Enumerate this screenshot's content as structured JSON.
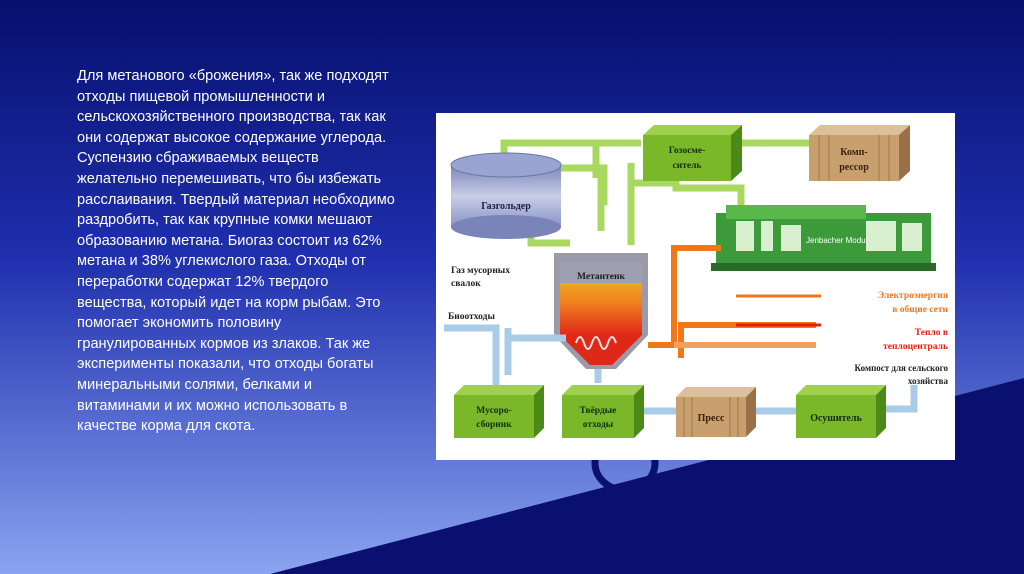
{
  "slide": {
    "paragraph": "Для метанового «брожения», так же подходят отходы пищевой промышленности и сельскохозяйственного производства, так как они содержат высокое содержание углерода. Суспензию сбраживаемых веществ желательно перемешивать, что бы избежать расслаивания. Твердый материал необходимо раздробить, так как крупные комки мешают образованию метана. Биогаз состоит из 62% метана и 38% углекислого газа. Отходы от переработки содержат 12% твердого вещества, который идет на корм рыбам. Это помогает экономить половину гранулированных кормов из злаков. Так же эксперименты показали, что отходы богаты минеральными солями, белками и витаминами и их можно использовать в качестве корма для скота."
  },
  "diagram": {
    "gasholder": "Газгольдер",
    "gas_mixer_1": "Гозосме-",
    "gas_mixer_2": "ситель",
    "compressor_1": "Комп-",
    "compressor_2": "рессор",
    "generator_brand": "Jenbacher Modul",
    "landfill_gas_1": "Газ мусорных",
    "landfill_gas_2": "свалок",
    "digester": "Метантенк",
    "biowaste": "Биоотходы",
    "electricity_1": "Электроэнергия",
    "electricity_2": "в общие сети",
    "heat_1": "Тепло в",
    "heat_2": "теплоцентраль",
    "compost_1": "Компост для сельского",
    "compost_2": "хозяйства",
    "collector_1": "Мусоро-",
    "collector_2": "сборник",
    "solids_1": "Твёрдые",
    "solids_2": "отходы",
    "press": "Пресс",
    "dryer": "Осушитель"
  },
  "colors": {
    "bg_dark": "#0a1478",
    "bg_mid": "#2a3fc0",
    "bg_light": "#8ea8f4",
    "box_green": "#7ab82a",
    "box_tan": "#c8a070",
    "pipe_green": "#b8e070",
    "pipe_blue": "#b8d8f0",
    "pipe_orange": "#f08020",
    "electric_orange": "#f07818",
    "heat_red": "#e02010"
  }
}
